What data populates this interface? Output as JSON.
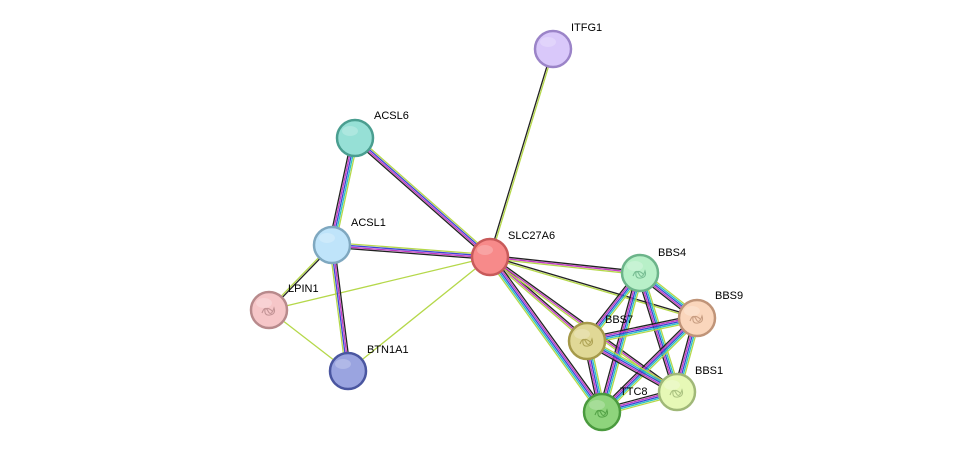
{
  "network": {
    "nodes": [
      {
        "id": "SLC27A6",
        "label": "SLC27A6",
        "color": "#f78a8a",
        "stroke": "#c85a5a",
        "structure": false
      },
      {
        "id": "ITFG1",
        "label": "ITFG1",
        "color": "#d9c8fa",
        "stroke": "#9b84c8",
        "structure": false
      },
      {
        "id": "ACSL6",
        "label": "ACSL6",
        "color": "#96e0d6",
        "stroke": "#4a9e90",
        "structure": false
      },
      {
        "id": "ACSL1",
        "label": "ACSL1",
        "color": "#bfe4fa",
        "stroke": "#7fa8c0",
        "structure": false
      },
      {
        "id": "LPIN1",
        "label": "LPIN1",
        "color": "#f6c6c8",
        "stroke": "#b88a8c",
        "structure": true
      },
      {
        "id": "BTN1A1",
        "label": "BTN1A1",
        "color": "#9aa4e0",
        "stroke": "#4a56a0",
        "structure": false
      },
      {
        "id": "BBS4",
        "label": "BBS4",
        "color": "#b8f0c8",
        "stroke": "#6cb48a",
        "structure": true
      },
      {
        "id": "BBS9",
        "label": "BBS9",
        "color": "#fad6bc",
        "stroke": "#c09478",
        "structure": true
      },
      {
        "id": "BBS7",
        "label": "BBS7",
        "color": "#e0d896",
        "stroke": "#a69a4a",
        "structure": true
      },
      {
        "id": "BBS1",
        "label": "BBS1",
        "color": "#e6f8b6",
        "stroke": "#a0b878",
        "structure": true
      },
      {
        "id": "TTC8",
        "label": "TTC8",
        "color": "#8ed47c",
        "stroke": "#4a9a3e",
        "structure": true
      }
    ],
    "edges": [
      {
        "a": "SLC27A6",
        "b": "ITFG1",
        "evidence": [
          "#222222",
          "#b5d84a"
        ]
      },
      {
        "a": "SLC27A6",
        "b": "ACSL6",
        "evidence": [
          "#222222",
          "#c23ac2",
          "#3a46d6",
          "#b5d84a"
        ]
      },
      {
        "a": "SLC27A6",
        "b": "ACSL1",
        "evidence": [
          "#222222",
          "#c23ac2",
          "#3a46d6",
          "#b5d84a"
        ]
      },
      {
        "a": "SLC27A6",
        "b": "LPIN1",
        "evidence": [
          "#b5d84a"
        ]
      },
      {
        "a": "SLC27A6",
        "b": "BTN1A1",
        "evidence": [
          "#b5d84a"
        ]
      },
      {
        "a": "SLC27A6",
        "b": "BBS4",
        "evidence": [
          "#222222",
          "#c23ac2",
          "#b5d84a"
        ]
      },
      {
        "a": "SLC27A6",
        "b": "BBS9",
        "evidence": [
          "#222222",
          "#b5d84a"
        ]
      },
      {
        "a": "SLC27A6",
        "b": "BBS7",
        "evidence": [
          "#222222",
          "#c23ac2",
          "#b5d84a"
        ]
      },
      {
        "a": "SLC27A6",
        "b": "BBS1",
        "evidence": [
          "#222222",
          "#c23ac2",
          "#b5d84a"
        ]
      },
      {
        "a": "SLC27A6",
        "b": "TTC8",
        "evidence": [
          "#222222",
          "#c23ac2",
          "#3a46d6",
          "#26c2c2",
          "#b5d84a"
        ]
      },
      {
        "a": "ACSL6",
        "b": "ACSL1",
        "evidence": [
          "#b5d84a",
          "#26c2c2",
          "#3a46d6",
          "#c23ac2",
          "#222222"
        ]
      },
      {
        "a": "ACSL1",
        "b": "LPIN1",
        "evidence": [
          "#222222",
          "#b5d84a"
        ]
      },
      {
        "a": "ACSL1",
        "b": "BTN1A1",
        "evidence": [
          "#222222",
          "#c23ac2",
          "#3a46d6",
          "#b5d84a"
        ]
      },
      {
        "a": "LPIN1",
        "b": "BTN1A1",
        "evidence": [
          "#b5d84a"
        ]
      },
      {
        "a": "BBS4",
        "b": "BBS9",
        "evidence": [
          "#b5d84a",
          "#26c2c2",
          "#3a46d6",
          "#c23ac2",
          "#222222"
        ]
      },
      {
        "a": "BBS4",
        "b": "BBS7",
        "evidence": [
          "#b5d84a",
          "#26c2c2",
          "#3a46d6",
          "#c23ac2",
          "#222222"
        ]
      },
      {
        "a": "BBS4",
        "b": "BBS1",
        "evidence": [
          "#b5d84a",
          "#26c2c2",
          "#3a46d6",
          "#c23ac2",
          "#222222"
        ]
      },
      {
        "a": "BBS4",
        "b": "TTC8",
        "evidence": [
          "#b5d84a",
          "#26c2c2",
          "#3a46d6",
          "#c23ac2",
          "#222222"
        ]
      },
      {
        "a": "BBS9",
        "b": "BBS7",
        "evidence": [
          "#b5d84a",
          "#26c2c2",
          "#3a46d6",
          "#c23ac2",
          "#222222"
        ]
      },
      {
        "a": "BBS9",
        "b": "BBS1",
        "evidence": [
          "#b5d84a",
          "#26c2c2",
          "#3a46d6",
          "#c23ac2",
          "#222222"
        ]
      },
      {
        "a": "BBS9",
        "b": "TTC8",
        "evidence": [
          "#b5d84a",
          "#26c2c2",
          "#3a46d6",
          "#c23ac2",
          "#222222"
        ]
      },
      {
        "a": "BBS7",
        "b": "BBS1",
        "evidence": [
          "#b5d84a",
          "#26c2c2",
          "#3a46d6",
          "#c23ac2",
          "#222222"
        ]
      },
      {
        "a": "BBS7",
        "b": "TTC8",
        "evidence": [
          "#b5d84a",
          "#26c2c2",
          "#3a46d6",
          "#c23ac2",
          "#222222"
        ]
      },
      {
        "a": "BBS1",
        "b": "TTC8",
        "evidence": [
          "#b5d84a",
          "#26c2c2",
          "#3a46d6",
          "#c23ac2",
          "#222222"
        ]
      }
    ]
  }
}
